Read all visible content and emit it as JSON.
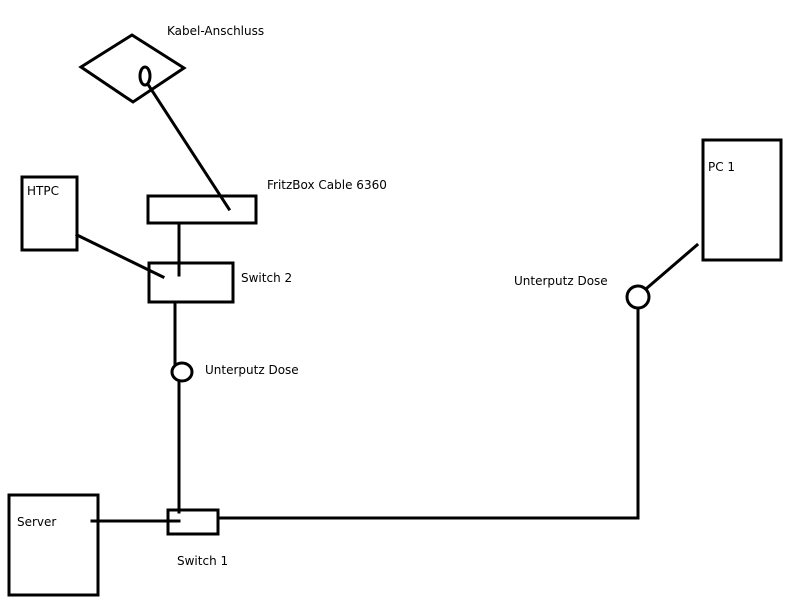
{
  "diagram": {
    "labels": {
      "cable_outlet": "Kabel-Anschluss",
      "router": "FritzBox Cable 6360",
      "htpc": "HTPC",
      "switch2": "Switch 2",
      "wall_socket_left": "Unterputz Dose",
      "wall_socket_right": "Unterputz Dose",
      "pc1": "PC 1",
      "server": "Server",
      "switch1": "Switch 1"
    },
    "colors": {
      "stroke": "#000000",
      "background": "#ffffff"
    }
  }
}
